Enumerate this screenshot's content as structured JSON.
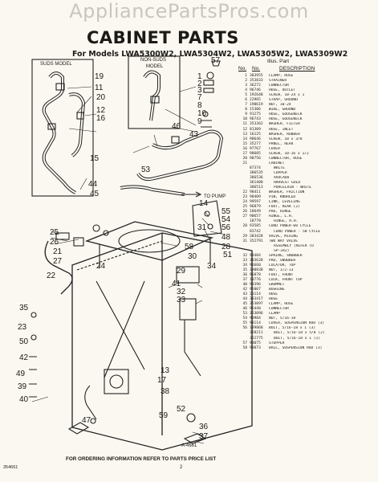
{
  "watermark": "AppliancePartsPros.com",
  "title": "CABINET PARTS",
  "subtitle": "For Models LWA5300W2, LWA5304W2, LWA5305W2, LWA5309W2",
  "table_header": {
    "illus": "Illus. Part",
    "no": "No.",
    "part_no": "No.",
    "description": "DESCRIPTION"
  },
  "diagram": {
    "suds_label": "SUDS MODEL",
    "nonsuds_label_1": "NON-SUDS",
    "nonsuds_label_2": "MODEL",
    "to_pump": "TO PUMP",
    "art_code": "A-4661",
    "callouts": [
      "57",
      "1",
      "2",
      "3",
      "19",
      "11",
      "20",
      "12",
      "7",
      "16",
      "8",
      "10",
      "9",
      "46",
      "43",
      "15",
      "53",
      "44",
      "45",
      "14",
      "55",
      "54",
      "56",
      "25",
      "26",
      "21",
      "27",
      "48",
      "28",
      "22",
      "51",
      "31",
      "34",
      "58",
      "30",
      "29",
      "24",
      "35",
      "41",
      "32",
      "33",
      "23",
      "50",
      "42",
      "49",
      "39",
      "40",
      "13",
      "17",
      "38",
      "52",
      "59",
      "47",
      "36",
      "37"
    ]
  },
  "parts": [
    {
      "ref": "1",
      "no": "383955",
      "desc": "CLAMP, HOSE"
    },
    {
      "ref": "2",
      "no": "353833",
      "desc": "STRAINER"
    },
    {
      "ref": "3",
      "no": "36272",
      "desc": "CONNECTOR"
    },
    {
      "ref": "4",
      "no": "96746",
      "desc": "HOSE, OUTLET"
    },
    {
      "ref": "5",
      "no": "192648",
      "desc": "SCREW, 10-24 x 1"
    },
    {
      "ref": "6",
      "no": "22965",
      "desc": "STRAP, GROUND"
    },
    {
      "ref": "7",
      "no": "190619",
      "desc": "NUT, 10-24"
    },
    {
      "ref": "8",
      "no": "15306",
      "desc": "WIRE, GROUND"
    },
    {
      "ref": "9",
      "no": "91275",
      "desc": "HOSE, GOOSENECK"
    },
    {
      "ref": "10",
      "no": "96743",
      "desc": "HOSE, GOOSENECK"
    },
    {
      "ref": "11",
      "no": "353362",
      "desc": "WASHER, FILTER"
    },
    {
      "ref": "12",
      "no": "81309",
      "desc": "HOSE, INLET"
    },
    {
      "ref": "13",
      "no": "16125",
      "desc": "WASHER, RUBBER"
    },
    {
      "ref": "14",
      "no": "98646",
      "desc": "SCREW, 10 x 3/8"
    },
    {
      "ref": "15",
      "no": "35277",
      "desc": "PANEL, REAR"
    },
    {
      "ref": "16",
      "no": "97767",
      "desc": "COVER"
    },
    {
      "ref": "17",
      "no": "98605",
      "desc": "SCREW, 10-16 x 1/2"
    },
    {
      "ref": "20",
      "no": "98756",
      "desc": "CONNECTOR, HOSE"
    },
    {
      "ref": "21",
      "no": "",
      "desc": "CABINET"
    },
    {
      "ref": "",
      "no": "87374",
      "desc": "WHITE",
      "sub": true
    },
    {
      "ref": "",
      "no": "386535",
      "desc": "COPPER",
      "sub": true
    },
    {
      "ref": "",
      "no": "386536",
      "desc": "AVOCADO",
      "sub": true
    },
    {
      "ref": "",
      "no": "361400",
      "desc": "HARVEST GOLD",
      "sub": true
    },
    {
      "ref": "",
      "no": "386513",
      "desc": "PORCELAIN - WHITE",
      "sub": true
    },
    {
      "ref": "22",
      "no": "98411",
      "desc": "WASHER, FRICTION"
    },
    {
      "ref": "23",
      "no": "98409",
      "desc": "PIN, KNURLED"
    },
    {
      "ref": "24",
      "no": "99597",
      "desc": "LINK, LEVELING"
    },
    {
      "ref": "25",
      "no": "96879",
      "desc": "FOOT, REAR (2)"
    },
    {
      "ref": "26",
      "no": "18649",
      "desc": "PAD, HINGE"
    },
    {
      "ref": "27",
      "no": "90657",
      "desc": "HINGE, L.H."
    },
    {
      "ref": "",
      "no": "18778",
      "desc": "HINGE, R.H.",
      "sub": true
    },
    {
      "ref": "28",
      "no": "93585",
      "desc": "CORD POWER-60 CYCLE"
    },
    {
      "ref": "",
      "no": "83742",
      "desc": "CORD POWER - 50 CYCLE",
      "sub": true
    },
    {
      "ref": "29",
      "no": "383428",
      "desc": "VALVE, MIXING"
    },
    {
      "ref": "31",
      "no": "352791",
      "desc": "TWO WAY VALVE"
    },
    {
      "ref": "",
      "no": "",
      "desc": "ASSEMBLY (REFER TO",
      "sub": true
    },
    {
      "ref": "",
      "no": "",
      "desc": "SP-342)",
      "sub": true
    },
    {
      "ref": "32",
      "no": "93484",
      "desc": "SPRING, SNUBBER"
    },
    {
      "ref": "33",
      "no": "383628",
      "desc": "PAD, SNUBBER"
    },
    {
      "ref": "34",
      "no": "96660",
      "desc": "LOCATOR, TOP"
    },
    {
      "ref": "35",
      "no": "190838",
      "desc": "NUT, 1/2-13"
    },
    {
      "ref": "36",
      "no": "96878",
      "desc": "FOOT, FRONT"
    },
    {
      "ref": "37",
      "no": "18776",
      "desc": "LOCK, FRONT TOP"
    },
    {
      "ref": "40",
      "no": "93396",
      "desc": "GROMMET"
    },
    {
      "ref": "42",
      "no": "95007",
      "desc": "BUSHING"
    },
    {
      "ref": "43",
      "no": "21114",
      "desc": "HOSE"
    },
    {
      "ref": "44",
      "no": "383417",
      "desc": "HOSE"
    },
    {
      "ref": "45",
      "no": "353097",
      "desc": "CLAMP, HOSE"
    },
    {
      "ref": "46",
      "no": "96440",
      "desc": "CONNECTOR"
    },
    {
      "ref": "53",
      "no": "353096",
      "desc": "CLAMP"
    },
    {
      "ref": "54",
      "no": "90984",
      "desc": "NUT, 5/16-18"
    },
    {
      "ref": "55",
      "no": "98114",
      "desc": "COVER, SUSPENSION ROD (3)"
    },
    {
      "ref": "56",
      "no": "189868",
      "desc": "BOLT, 5/16-18 x 1 (3)"
    },
    {
      "ref": "",
      "no": "358211",
      "desc": "BOLT, 5/16-18 x 5/8 (2)",
      "sub": true
    },
    {
      "ref": "",
      "no": "352775",
      "desc": "BOLT, 5/16-18 x 1 (1)",
      "sub": true
    },
    {
      "ref": "57",
      "no": "93075",
      "desc": "STOPPER"
    },
    {
      "ref": "58",
      "no": "93073",
      "desc": "BALL, SUSPENSION ROD (3)"
    }
  ],
  "footer": "FOR ORDERING INFORMATION REFER TO PARTS PRICE LIST",
  "doc_number": "354661",
  "page_number": "2"
}
